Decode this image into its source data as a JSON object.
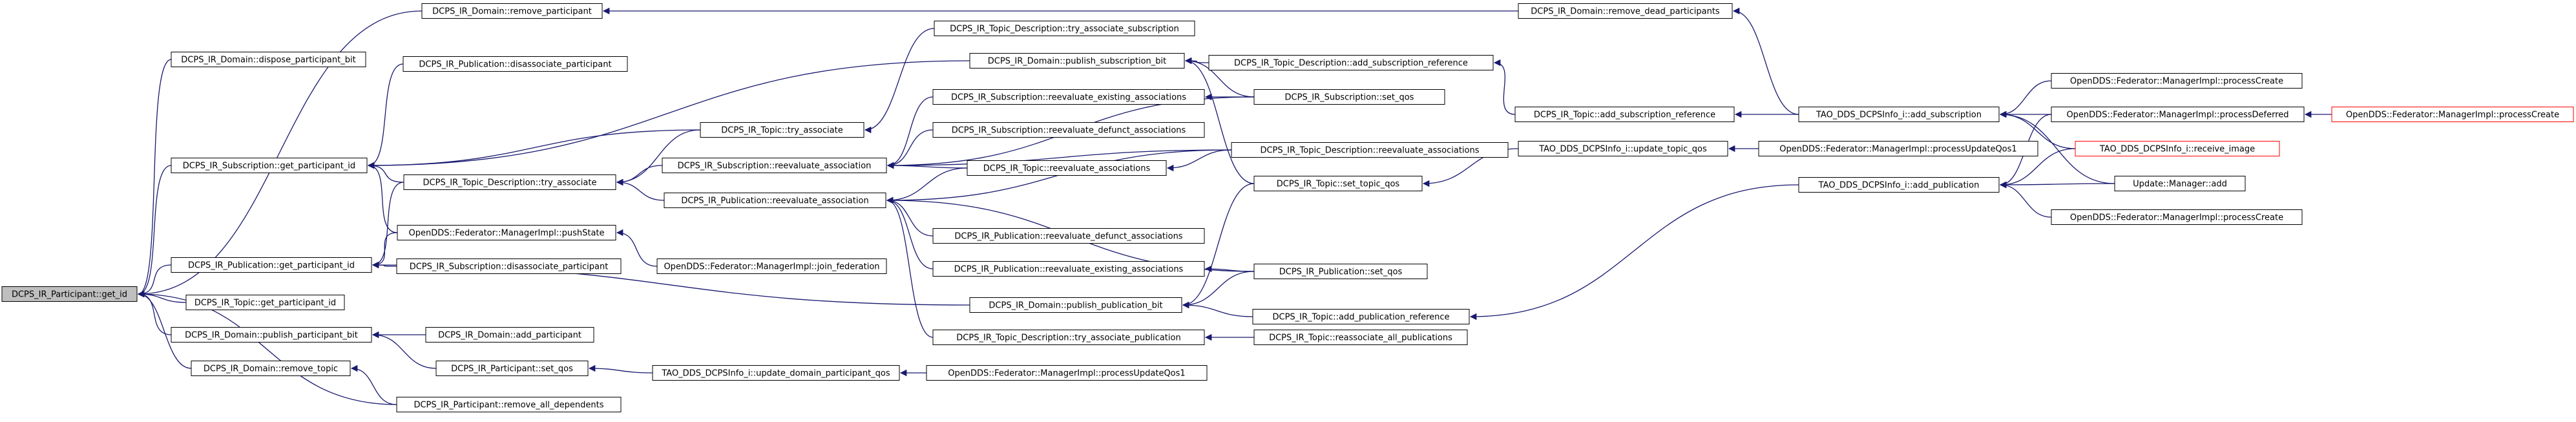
{
  "diagram": {
    "type": "call-graph",
    "direction": "right-to-left",
    "colors": {
      "node_fill": "#ffffff",
      "root_fill": "#bfbfbf",
      "border": "#000000",
      "bounded_border": "#ff0000",
      "edge": "#191970"
    },
    "nodes": [
      {
        "id": "n0",
        "label": "DCPS_IR_Participant::get_id",
        "root": true
      },
      {
        "id": "n1",
        "label": "DCPS_IR_Domain::remove_participant"
      },
      {
        "id": "n2",
        "label": "DCPS_IR_Domain::remove_dead_participants"
      },
      {
        "id": "n3",
        "label": "DCPS_IR_Domain::dispose_participant_bit"
      },
      {
        "id": "n4",
        "label": "DCPS_IR_Publication::disassociate_participant"
      },
      {
        "id": "n5",
        "label": "DCPS_IR_Subscription::get_participant_id"
      },
      {
        "id": "n6",
        "label": "DCPS_IR_Topic_Description::try_associate_subscription"
      },
      {
        "id": "n7",
        "label": "DCPS_IR_Domain::publish_subscription_bit"
      },
      {
        "id": "n8",
        "label": "DCPS_IR_Topic_Description::add_subscription_reference"
      },
      {
        "id": "n9",
        "label": "DCPS_IR_Subscription::reevaluate_existing_associations"
      },
      {
        "id": "n10",
        "label": "DCPS_IR_Subscription::set_qos"
      },
      {
        "id": "n11",
        "label": "DCPS_IR_Topic::try_associate"
      },
      {
        "id": "n12",
        "label": "DCPS_IR_Subscription::reevaluate_defunct_associations"
      },
      {
        "id": "n13",
        "label": "DCPS_IR_Topic_Description::try_associate"
      },
      {
        "id": "n14",
        "label": "DCPS_IR_Subscription::reevaluate_association"
      },
      {
        "id": "n15",
        "label": "DCPS_IR_Topic::reevaluate_associations"
      },
      {
        "id": "n16",
        "label": "DCPS_IR_Topic_Description::reevaluate_associations"
      },
      {
        "id": "n17",
        "label": "DCPS_IR_Publication::reevaluate_association"
      },
      {
        "id": "n18",
        "label": "DCPS_IR_Topic::set_topic_qos"
      },
      {
        "id": "n19",
        "label": "DCPS_IR_Publication::get_participant_id"
      },
      {
        "id": "n20",
        "label": "OpenDDS::Federator::ManagerImpl::pushState"
      },
      {
        "id": "n21",
        "label": "DCPS_IR_Publication::reevaluate_defunct_associations"
      },
      {
        "id": "n22",
        "label": "DCPS_IR_Subscription::disassociate_participant"
      },
      {
        "id": "n23",
        "label": "OpenDDS::Federator::ManagerImpl::join_federation"
      },
      {
        "id": "n24",
        "label": "DCPS_IR_Publication::reevaluate_existing_associations"
      },
      {
        "id": "n25",
        "label": "DCPS_IR_Publication::set_qos"
      },
      {
        "id": "n26",
        "label": "DCPS_IR_Topic::get_participant_id"
      },
      {
        "id": "n27",
        "label": "DCPS_IR_Domain::publish_publication_bit"
      },
      {
        "id": "n28",
        "label": "DCPS_IR_Topic::add_publication_reference"
      },
      {
        "id": "n29",
        "label": "DCPS_IR_Domain::publish_participant_bit"
      },
      {
        "id": "n30",
        "label": "DCPS_IR_Domain::add_participant"
      },
      {
        "id": "n31",
        "label": "DCPS_IR_Topic_Description::try_associate_publication"
      },
      {
        "id": "n32",
        "label": "DCPS_IR_Topic::reassociate_all_publications"
      },
      {
        "id": "n33",
        "label": "DCPS_IR_Participant::set_qos"
      },
      {
        "id": "n34",
        "label": "TAO_DDS_DCPSInfo_i::update_domain_participant_qos"
      },
      {
        "id": "n35",
        "label": "OpenDDS::Federator::ManagerImpl::processUpdateQos1"
      },
      {
        "id": "n36",
        "label": "DCPS_IR_Domain::remove_topic"
      },
      {
        "id": "n37",
        "label": "DCPS_IR_Participant::remove_all_dependents"
      },
      {
        "id": "n38",
        "label": "DCPS_IR_Topic::add_subscription_reference"
      },
      {
        "id": "n39",
        "label": "TAO_DDS_DCPSInfo_i::add_subscription"
      },
      {
        "id": "n40",
        "label": "TAO_DDS_DCPSInfo_i::update_topic_qos"
      },
      {
        "id": "n41",
        "label": "OpenDDS::Federator::ManagerImpl::processUpdateQos1"
      },
      {
        "id": "n42",
        "label": "TAO_DDS_DCPSInfo_i::add_publication"
      },
      {
        "id": "n43",
        "label": "OpenDDS::Federator::ManagerImpl::processCreate"
      },
      {
        "id": "n44",
        "label": "OpenDDS::Federator::ManagerImpl::processDeferred"
      },
      {
        "id": "n45",
        "label": "OpenDDS::Federator::ManagerImpl::processCreate",
        "bounded": true
      },
      {
        "id": "n46",
        "label": "TAO_DDS_DCPSInfo_i::receive_image",
        "bounded": true
      },
      {
        "id": "n47",
        "label": "Update::Manager::add"
      },
      {
        "id": "n48",
        "label": "OpenDDS::Federator::ManagerImpl::processCreate"
      }
    ],
    "edges": [
      [
        "n1",
        "n0"
      ],
      [
        "n2",
        "n1"
      ],
      [
        "n3",
        "n0"
      ],
      [
        "n4",
        "n5"
      ],
      [
        "n5",
        "n0"
      ],
      [
        "n6",
        "n11"
      ],
      [
        "n7",
        "n5"
      ],
      [
        "n8",
        "n7"
      ],
      [
        "n9",
        "n14"
      ],
      [
        "n10",
        "n7"
      ],
      [
        "n10",
        "n9"
      ],
      [
        "n10",
        "n14"
      ],
      [
        "n11",
        "n5"
      ],
      [
        "n11",
        "n13"
      ],
      [
        "n12",
        "n14"
      ],
      [
        "n13",
        "n5"
      ],
      [
        "n13",
        "n19"
      ],
      [
        "n14",
        "n13"
      ],
      [
        "n15",
        "n14"
      ],
      [
        "n15",
        "n17"
      ],
      [
        "n16",
        "n14"
      ],
      [
        "n16",
        "n17"
      ],
      [
        "n16",
        "n15"
      ],
      [
        "n17",
        "n13"
      ],
      [
        "n18",
        "n7"
      ],
      [
        "n18",
        "n27"
      ],
      [
        "n19",
        "n0"
      ],
      [
        "n20",
        "n5"
      ],
      [
        "n20",
        "n19"
      ],
      [
        "n21",
        "n17"
      ],
      [
        "n22",
        "n19"
      ],
      [
        "n23",
        "n20"
      ],
      [
        "n24",
        "n17"
      ],
      [
        "n25",
        "n17"
      ],
      [
        "n25",
        "n24"
      ],
      [
        "n25",
        "n27"
      ],
      [
        "n26",
        "n0"
      ],
      [
        "n27",
        "n19"
      ],
      [
        "n28",
        "n27"
      ],
      [
        "n29",
        "n0"
      ],
      [
        "n30",
        "n29"
      ],
      [
        "n31",
        "n17"
      ],
      [
        "n32",
        "n31"
      ],
      [
        "n33",
        "n29"
      ],
      [
        "n34",
        "n33"
      ],
      [
        "n35",
        "n34"
      ],
      [
        "n36",
        "n0"
      ],
      [
        "n37",
        "n36"
      ],
      [
        "n37",
        "n0"
      ],
      [
        "n38",
        "n8"
      ],
      [
        "n39",
        "n2"
      ],
      [
        "n39",
        "n38"
      ],
      [
        "n40",
        "n18"
      ],
      [
        "n41",
        "n40"
      ],
      [
        "n42",
        "n28"
      ],
      [
        "n43",
        "n39"
      ],
      [
        "n44",
        "n39"
      ],
      [
        "n44",
        "n42"
      ],
      [
        "n45",
        "n44"
      ],
      [
        "n46",
        "n39"
      ],
      [
        "n46",
        "n42"
      ],
      [
        "n47",
        "n39"
      ],
      [
        "n47",
        "n42"
      ],
      [
        "n48",
        "n42"
      ]
    ]
  }
}
